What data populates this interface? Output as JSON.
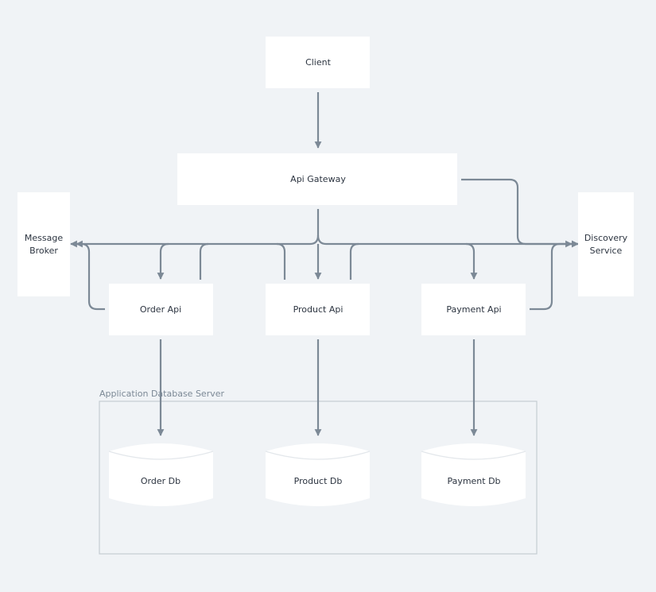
{
  "colors": {
    "background": "#f0f3f6",
    "node_fill": "#ffffff",
    "edge": "#7c8996",
    "group_border": "#c5ccd3",
    "text": "#2c3440",
    "group_text": "#7c8996"
  },
  "nodes": {
    "client": "Client",
    "api_gateway": "Api Gateway",
    "message_broker": [
      "Message",
      "Broker"
    ],
    "discovery_service": [
      "Discovery",
      "Service"
    ],
    "order_api": "Order Api",
    "product_api": "Product Api",
    "payment_api": "Payment Api",
    "order_db": "Order Db",
    "product_db": "Product Db",
    "payment_db": "Payment Db"
  },
  "groups": {
    "db_server": "Application Database Server"
  }
}
